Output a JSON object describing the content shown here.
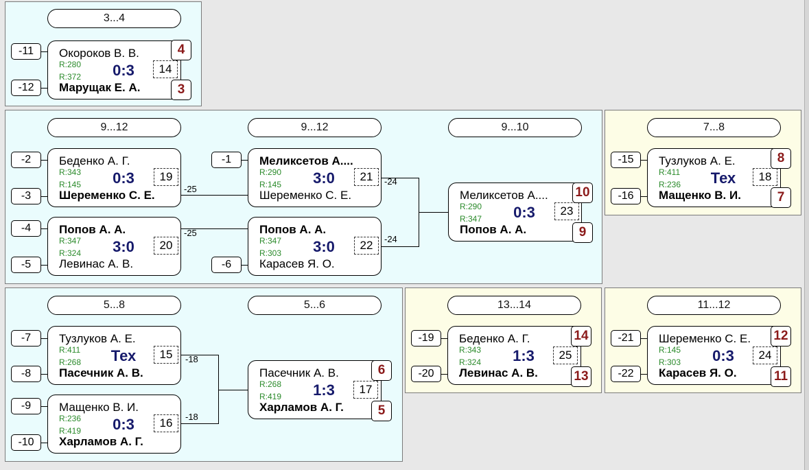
{
  "panels": {
    "p34": {
      "round": "3...4",
      "seeds": [
        "-11",
        "-12"
      ],
      "match": {
        "p1": "Окороков В. В.",
        "r1": "R:280",
        "r2": "R:372",
        "score": "0:3",
        "num": "14",
        "p2": "Марущак Е. А.",
        "place1": "4",
        "place2": "3"
      }
    },
    "p912": {
      "rounds": [
        "9...12",
        "9...12",
        "9...10"
      ],
      "seeds": [
        "-2",
        "-3",
        "-4",
        "-5",
        "-1",
        "-6"
      ],
      "m19": {
        "p1": "Беденко А. Г.",
        "r1": "R:343",
        "r2": "R:145",
        "score": "0:3",
        "num": "19",
        "p2": "Шеременко С. Е."
      },
      "m20": {
        "p1": "Попов А. А.",
        "r1": "R:347",
        "r2": "R:324",
        "score": "3:0",
        "num": "20",
        "p2": "Левинас А. В."
      },
      "m21": {
        "p1": "Меликсетов А....",
        "r1": "R:290",
        "r2": "R:145",
        "score": "3:0",
        "num": "21",
        "p2": "Шеременко С. Е."
      },
      "m22": {
        "p1": "Попов А. А.",
        "r1": "R:347",
        "r2": "R:303",
        "score": "3:0",
        "num": "22",
        "p2": "Карасев Я. О."
      },
      "m23": {
        "p1": "Меликсетов А....",
        "r1": "R:290",
        "r2": "R:347",
        "score": "0:3",
        "num": "23",
        "p2": "Попов А. А.",
        "place1": "10",
        "place2": "9"
      },
      "labels": [
        "-25",
        "-25",
        "-24",
        "-24"
      ]
    },
    "p78": {
      "round": "7...8",
      "seeds": [
        "-15",
        "-16"
      ],
      "match": {
        "p1": "Тузлуков А. Е.",
        "r1": "R:411",
        "r2": "R:236",
        "score": "Тех",
        "num": "18",
        "p2": "Мащенко В. И.",
        "place1": "8",
        "place2": "7"
      }
    },
    "p58": {
      "rounds": [
        "5...8",
        "5...6"
      ],
      "seeds": [
        "-7",
        "-8",
        "-9",
        "-10"
      ],
      "m15": {
        "p1": "Тузлуков А. Е.",
        "r1": "R:411",
        "r2": "R:268",
        "score": "Тех",
        "num": "15",
        "p2": "Пасечник А. В."
      },
      "m16": {
        "p1": "Мащенко В. И.",
        "r1": "R:236",
        "r2": "R:419",
        "score": "0:3",
        "num": "16",
        "p2": "Харламов А. Г."
      },
      "m17": {
        "p1": "Пасечник А. В.",
        "r1": "R:268",
        "r2": "R:419",
        "score": "1:3",
        "num": "17",
        "p2": "Харламов А. Г.",
        "place1": "6",
        "place2": "5"
      },
      "labels": [
        "-18",
        "-18"
      ]
    },
    "p1314": {
      "round": "13...14",
      "seeds": [
        "-19",
        "-20"
      ],
      "match": {
        "p1": "Беденко А. Г.",
        "r1": "R:343",
        "r2": "R:324",
        "score": "1:3",
        "num": "25",
        "p2": "Левинас А. В.",
        "place1": "14",
        "place2": "13"
      }
    },
    "p1112": {
      "round": "11...12",
      "seeds": [
        "-21",
        "-22"
      ],
      "match": {
        "p1": "Шеременко С. Е.",
        "r1": "R:145",
        "r2": "R:303",
        "score": "0:3",
        "num": "24",
        "p2": "Карасев Я. О.",
        "place1": "12",
        "place2": "11"
      }
    }
  }
}
